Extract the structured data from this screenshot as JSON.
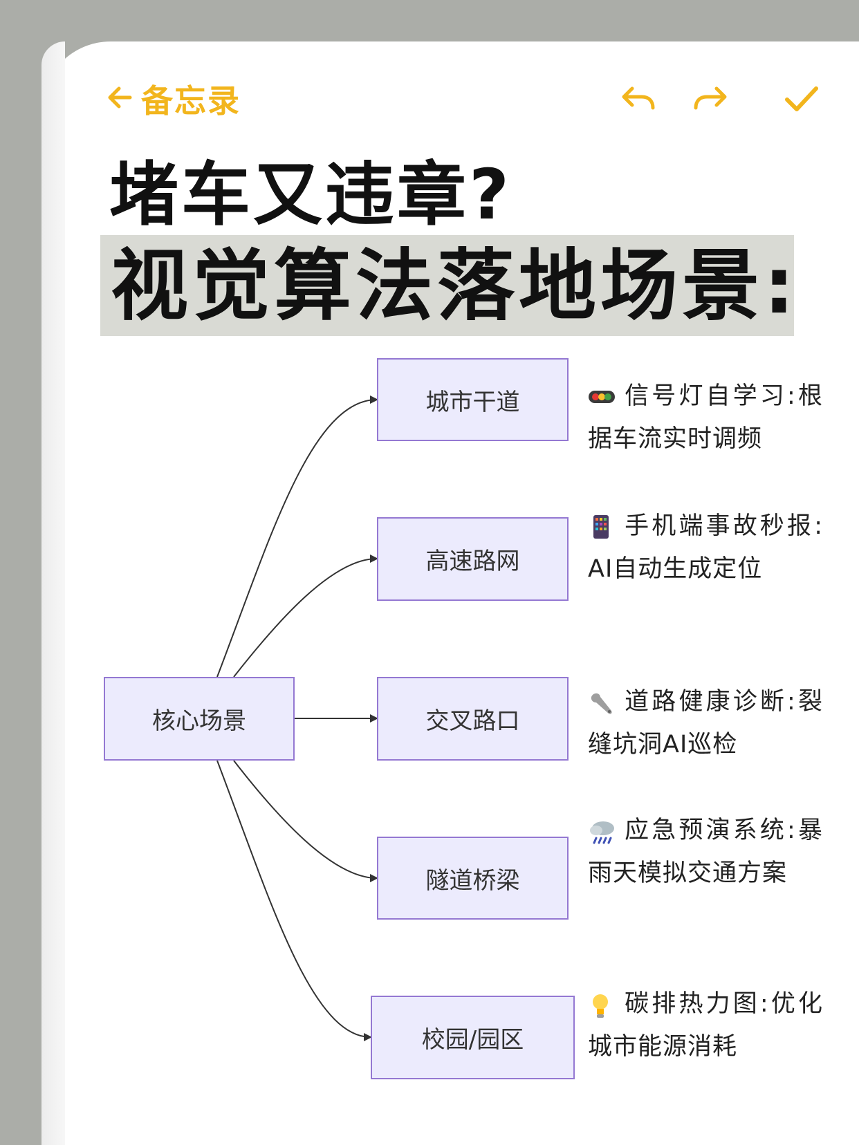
{
  "nav": {
    "back_label": "备忘录"
  },
  "icons": {
    "back": "arrow-left-icon",
    "undo": "undo-icon",
    "redo": "redo-icon",
    "done": "checkmark-icon"
  },
  "colors": {
    "accent": "#f2b51d",
    "node_fill": "#ecebfd",
    "node_border": "#9478d2",
    "title_highlight": "#d9dad4"
  },
  "title": {
    "line1": "堵车又违章?",
    "line2": "视觉算法落地场景:"
  },
  "diagram": {
    "root": "核心场景",
    "children": [
      {
        "label": "城市干道",
        "note": "信号灯自学习:根据车流实时调频",
        "icon": "traffic-light-icon"
      },
      {
        "label": "高速路网",
        "note": "手机端事故秒报: AI自动生成定位",
        "icon": "phone-icon"
      },
      {
        "label": "交叉路口",
        "note": "道路健康诊断:裂缝坑洞AI巡检",
        "icon": "wrench-icon"
      },
      {
        "label": "隧道桥梁",
        "note": "应急预演系统:暴雨天模拟交通方案",
        "icon": "rain-cloud-icon"
      },
      {
        "label": "校园/园区",
        "note": "碳排热力图:优化城市能源消耗",
        "icon": "light-bulb-icon"
      }
    ]
  }
}
